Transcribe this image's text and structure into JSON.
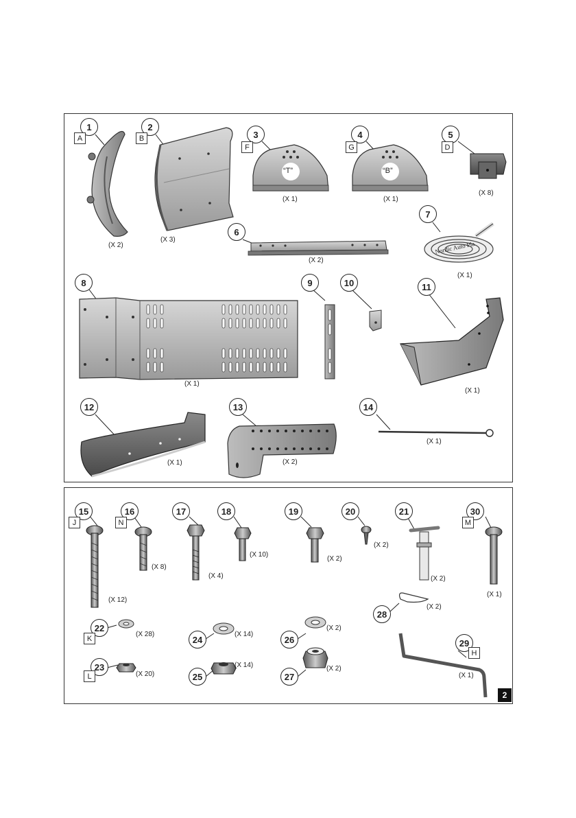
{
  "parts": [
    {
      "num": "1",
      "letter": "A",
      "qty": "(X 2)"
    },
    {
      "num": "2",
      "letter": "B",
      "qty": "(X 3)"
    },
    {
      "num": "3",
      "letter": "F",
      "qty": "(X 1)",
      "mark": "“T”"
    },
    {
      "num": "4",
      "letter": "G",
      "qty": "(X 1)",
      "mark": "“B”"
    },
    {
      "num": "5",
      "letter": "D",
      "qty": "(X 8)"
    },
    {
      "num": "6",
      "qty": "(X 2)"
    },
    {
      "num": "7",
      "qty": "(X 1)",
      "tape_text": "Nordic Auto Pla"
    },
    {
      "num": "8",
      "qty": "(X 1)"
    },
    {
      "num": "9"
    },
    {
      "num": "10"
    },
    {
      "num": "11",
      "qty": "(X 1)"
    },
    {
      "num": "12",
      "qty": "(X 1)"
    },
    {
      "num": "13",
      "qty": "(X 2)"
    },
    {
      "num": "14",
      "qty": "(X 1)"
    }
  ],
  "hardware": [
    {
      "num": "15",
      "letter": "J",
      "qty": "(X 12)"
    },
    {
      "num": "16",
      "letter": "N",
      "qty": "(X 8)"
    },
    {
      "num": "17",
      "qty": "(X 4)"
    },
    {
      "num": "18",
      "qty": "(X 10)"
    },
    {
      "num": "19",
      "qty": "(X 2)"
    },
    {
      "num": "20",
      "qty": "(X 2)"
    },
    {
      "num": "21",
      "qty": "(X 2)"
    },
    {
      "num": "30",
      "letter": "M",
      "qty": "(X 1)"
    },
    {
      "num": "22",
      "letter": "K",
      "qty": "(X 28)"
    },
    {
      "num": "23",
      "letter": "L",
      "qty": "(X 20)"
    },
    {
      "num": "24",
      "qty": "(X 14)"
    },
    {
      "num": "25",
      "qty": "(X 14)"
    },
    {
      "num": "26",
      "qty": "(X 2)"
    },
    {
      "num": "27",
      "qty": "(X 2)"
    },
    {
      "num": "28",
      "qty": "(X 2)"
    },
    {
      "num": "29",
      "letter": "H",
      "qty": "(X 1)"
    }
  ],
  "page_number": "2"
}
